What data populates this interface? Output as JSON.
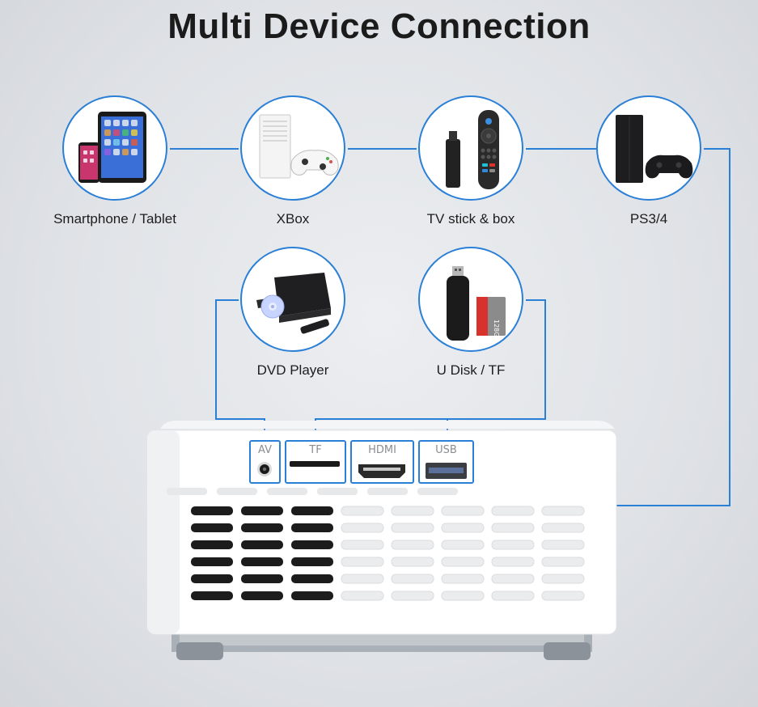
{
  "title": "Multi Device Connection",
  "devices": [
    {
      "id": "smartphone-tablet",
      "label": "Smartphone / Tablet"
    },
    {
      "id": "xbox",
      "label": "XBox"
    },
    {
      "id": "tv-stick",
      "label": "TV stick & box"
    },
    {
      "id": "ps",
      "label": "PS3/4"
    },
    {
      "id": "dvd-player",
      "label": "DVD Player"
    },
    {
      "id": "u-disk",
      "label": "U Disk / TF"
    }
  ],
  "ports": {
    "av": "AV",
    "tf": "TF",
    "hdmi": "HDMI",
    "usb": "USB"
  },
  "colors": {
    "accent": "#2a7fd6",
    "projector_body": "#ffffff",
    "projector_base": "#9aa1a8"
  }
}
